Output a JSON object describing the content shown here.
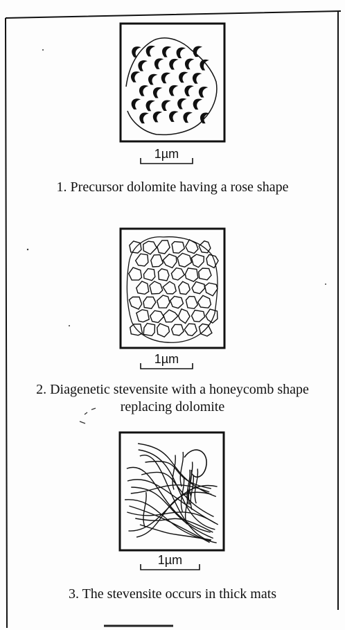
{
  "figure": {
    "panels": [
      {
        "id": "panel-1",
        "scale_label": "1µm",
        "caption_lines": [
          "1. Precursor dolomite having a rose shape"
        ],
        "texture": "rose"
      },
      {
        "id": "panel-2",
        "scale_label": "1µm",
        "caption_lines": [
          "2. Diagenetic stevensite with a honeycomb shape",
          "replacing dolomite"
        ],
        "texture": "honeycomb"
      },
      {
        "id": "panel-3",
        "scale_label": "1µm",
        "caption_lines": [
          "3. The stevensite occurs in thick mats"
        ],
        "texture": "mats"
      }
    ]
  }
}
